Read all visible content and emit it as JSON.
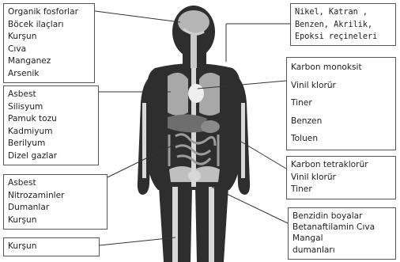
{
  "boxes": {
    "brain": {
      "lines": [
        "Organik fosforlar",
        "Böcek ilaçları",
        "Kurşun",
        "Cıva",
        "Manganez",
        "Arsenik"
      ]
    },
    "lungs": {
      "lines": [
        "Asbest",
        "Silisyum",
        "Pamuk tozu",
        "Kadmiyum",
        "Berilyum",
        "Dizel gazlar"
      ]
    },
    "stomach": {
      "lines": [
        "Asbest",
        "Nitrozaminler",
        "Dumanlar",
        "Kurşun"
      ]
    },
    "bones": {
      "lines": [
        "Kurşun"
      ]
    },
    "nose": {
      "lines": [
        "Nikel, Katran ,",
        "Benzen, Akrilik,",
        "Epoksi reçineleri"
      ]
    },
    "blood": {
      "lines": [
        "Karbon monoksit",
        "Vinil klorür",
        "Tiner",
        "Benzen",
        "Toluen"
      ]
    },
    "liver": {
      "lines": [
        "Karbon tetraklorür",
        "Vinil klorür",
        "Tiner"
      ]
    },
    "bladder": {
      "lines": [
        "Benzidin boyalar",
        "Betanaftilamin Cıva",
        "Mangal",
        "dumanları"
      ]
    }
  },
  "colors": {
    "body": "#2e2e2e",
    "skeleton": "#d8d8d8",
    "organ": "#9c9c9c",
    "box_border": "#555555",
    "leader": "#333333"
  }
}
